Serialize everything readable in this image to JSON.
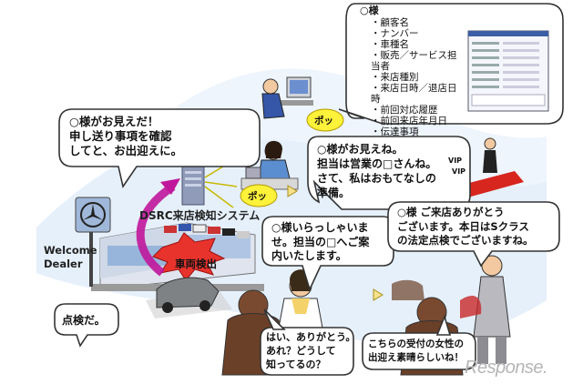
{
  "system_box": {
    "header": "○様",
    "items": [
      "顧客名",
      "ナンバー",
      "車種名",
      "販売／サービス担当者",
      "来店種別",
      "来店日時／退店日時",
      "前回対応履歴",
      "前回来店年月日",
      "伝達事項"
    ]
  },
  "bubbles": {
    "manager": "○様がお見えだ！\n申し送り事項を確認\nしてと、お出迎えに。",
    "receptionist": "○様がお見えね。\n担当は営業の□さんね。\nさて、私はおもてなしの\n準備。",
    "greeter": "○様いらっしゃいま\nせ。担当の□へご案\n内いたします。",
    "salesman": "○様  ご来店ありがとう\nございます。本日はSクラス\nの法定点検でございますね。",
    "driver": "点検だ。",
    "customer_reply": "はい、ありがとう。\nあれ？どうして\n知ってるの？",
    "customer_praise": "こちらの受付の女性の\n出迎え素晴らしいね！"
  },
  "pop_labels": [
    "ポッ",
    "ポッ"
  ],
  "labels": {
    "dsrc_system": "DSRC来店検知システム",
    "welcome_line1": "Welcome",
    "welcome_line2": "Dealer",
    "vehicle_detected": "車両検出",
    "vip1": "VIP",
    "vip2": "VIP"
  },
  "watermark": "Response."
}
